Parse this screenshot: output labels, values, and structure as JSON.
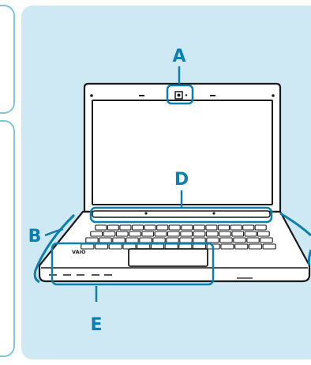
{
  "labels": {
    "a": "A",
    "b": "B",
    "d": "D",
    "e": "E"
  },
  "brand_logo": "VAIO",
  "colors": {
    "panel_background": "#cfe9f4",
    "callout": "#0a7fb0",
    "card_border": "#7fc3dc",
    "device_outline": "#1a1a1a"
  },
  "icons": {
    "camera": "webcam-icon"
  }
}
